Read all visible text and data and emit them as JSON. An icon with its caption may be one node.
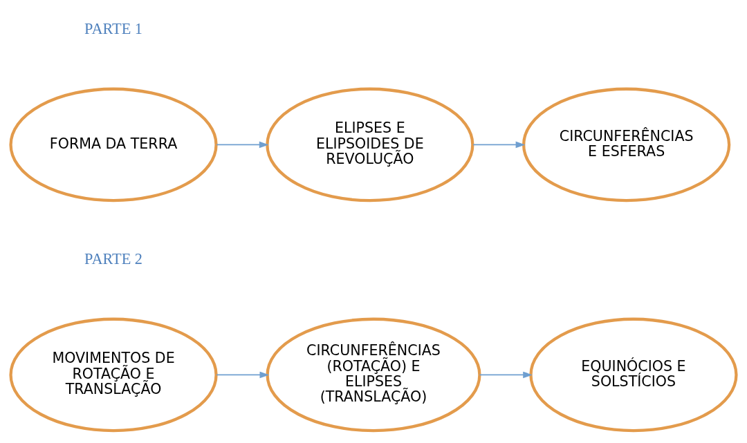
{
  "diagram": {
    "nodes": [
      {
        "text": [
          "FORMA DA TERRA"
        ]
      },
      {
        "text": [
          "ELIPSES E ELIPSOIDES DE REVOLUÇÃO"
        ]
      },
      {
        "text": [
          "CIRCUNFERÊNCIAS E ESFERAS"
        ]
      },
      {
        "text": [
          "MOVIMENTOS DE ROTAÇÃO E TRANSLAÇÃO"
        ]
      },
      {
        "text": [
          "CIRCUNFERÊNCIAS (ROTAÇÃO) E ELIPSES (TRANSLAÇÃO)"
        ]
      },
      {
        "text": [
          "EQUINÓCIOS E SOLSTÍCIOS"
        ]
      }
    ],
    "edges": [
      {
        "from": 0,
        "to": 1,
        "arrow": "to"
      },
      {
        "from": 1,
        "to": 2,
        "arrow": "to"
      },
      {
        "from": 3,
        "to": 4,
        "arrow": "to"
      },
      {
        "from": 4,
        "to": 5,
        "arrow": "to"
      }
    ],
    "labels": [
      "PARTE 1",
      "PARTE 2"
    ]
  }
}
